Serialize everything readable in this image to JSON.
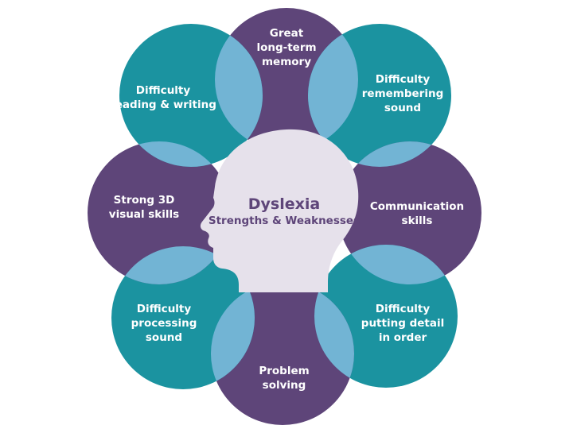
{
  "colors": {
    "purple": "#5E4579",
    "teal": "#1B93A0",
    "overlap": "#72B4D4",
    "head": "#E6E1EB",
    "center_text": "#5E4579",
    "label_text": "#FFFFFF"
  },
  "center": {
    "title": "Dyslexia",
    "subtitle": "Strengths & Weaknesses",
    "icon": "head-profile-icon"
  },
  "petals": [
    {
      "id": "top",
      "color": "purple",
      "lines": [
        "Great",
        "long-term",
        "memory"
      ]
    },
    {
      "id": "top-right",
      "color": "teal",
      "lines": [
        "Difficulty",
        "remembering",
        "sound"
      ]
    },
    {
      "id": "right",
      "color": "purple",
      "lines": [
        "Communication",
        "skills"
      ]
    },
    {
      "id": "bottom-right",
      "color": "teal",
      "lines": [
        "Difficulty",
        "putting detail",
        "in order"
      ]
    },
    {
      "id": "bottom",
      "color": "purple",
      "lines": [
        "Problem",
        "solving"
      ]
    },
    {
      "id": "bottom-left",
      "color": "teal",
      "lines": [
        "Difficulty",
        "processing",
        "sound"
      ]
    },
    {
      "id": "left",
      "color": "purple",
      "lines": [
        "Strong 3D",
        "visual skills"
      ]
    },
    {
      "id": "top-left",
      "color": "teal",
      "lines": [
        "Difficulty",
        "reading & writing"
      ]
    }
  ]
}
